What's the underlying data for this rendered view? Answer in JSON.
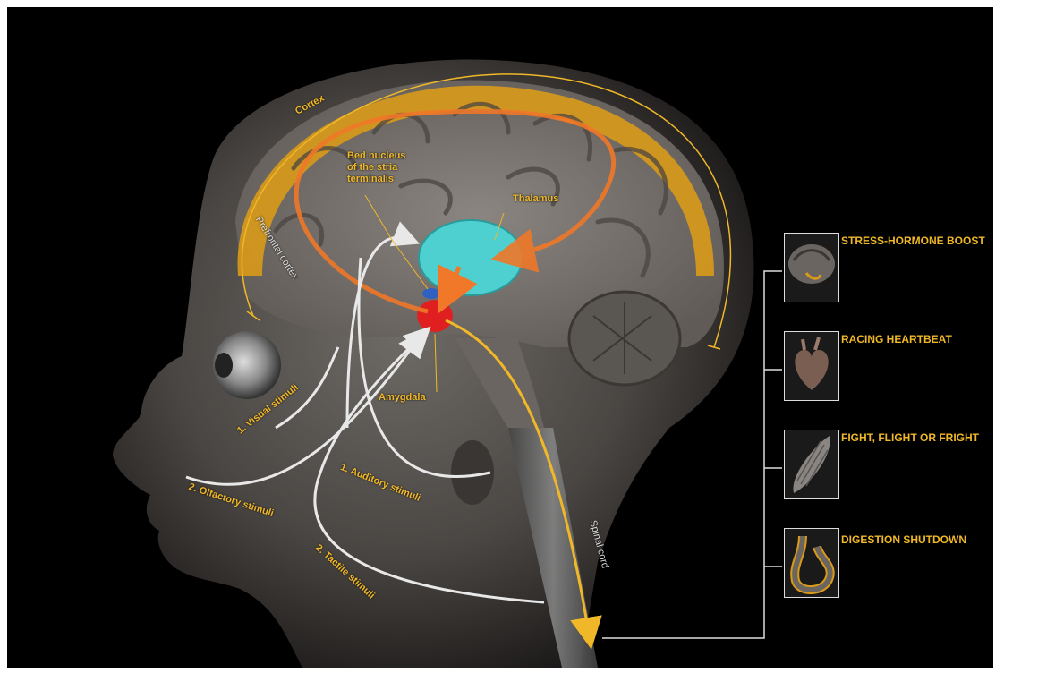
{
  "labels": {
    "cortex": "Cortex",
    "bed_nucleus": "Bed nucleus\nof the stria\nterminalis",
    "thalamus": "Thalamus",
    "prefrontal": "Prefrontal cortex",
    "amygdala": "Amygdala",
    "visual": "1. Visual stimuli",
    "olfactory": "2. Olfactory stimuli",
    "auditory": "1. Auditory stimuli",
    "tactile": "2. Tactile stimuli",
    "spinal": "Spinal cord"
  },
  "effects": [
    {
      "title": "STRESS-HORMONE BOOST",
      "icon": "brain-icon"
    },
    {
      "title": "RACING HEARTBEAT",
      "icon": "heart-icon"
    },
    {
      "title": "FIGHT, FLIGHT OR FRIGHT",
      "icon": "muscle-icon"
    },
    {
      "title": "DIGESTION SHUTDOWN",
      "icon": "stomach-icon"
    }
  ],
  "colors": {
    "background": "#000000",
    "label": "#f0b828",
    "cortex": "#e0a020",
    "thalamus": "#4fd0d0",
    "amygdala": "#e02020",
    "arrow_orange": "#f07828",
    "stimulus_path": "#e8e8e8"
  }
}
